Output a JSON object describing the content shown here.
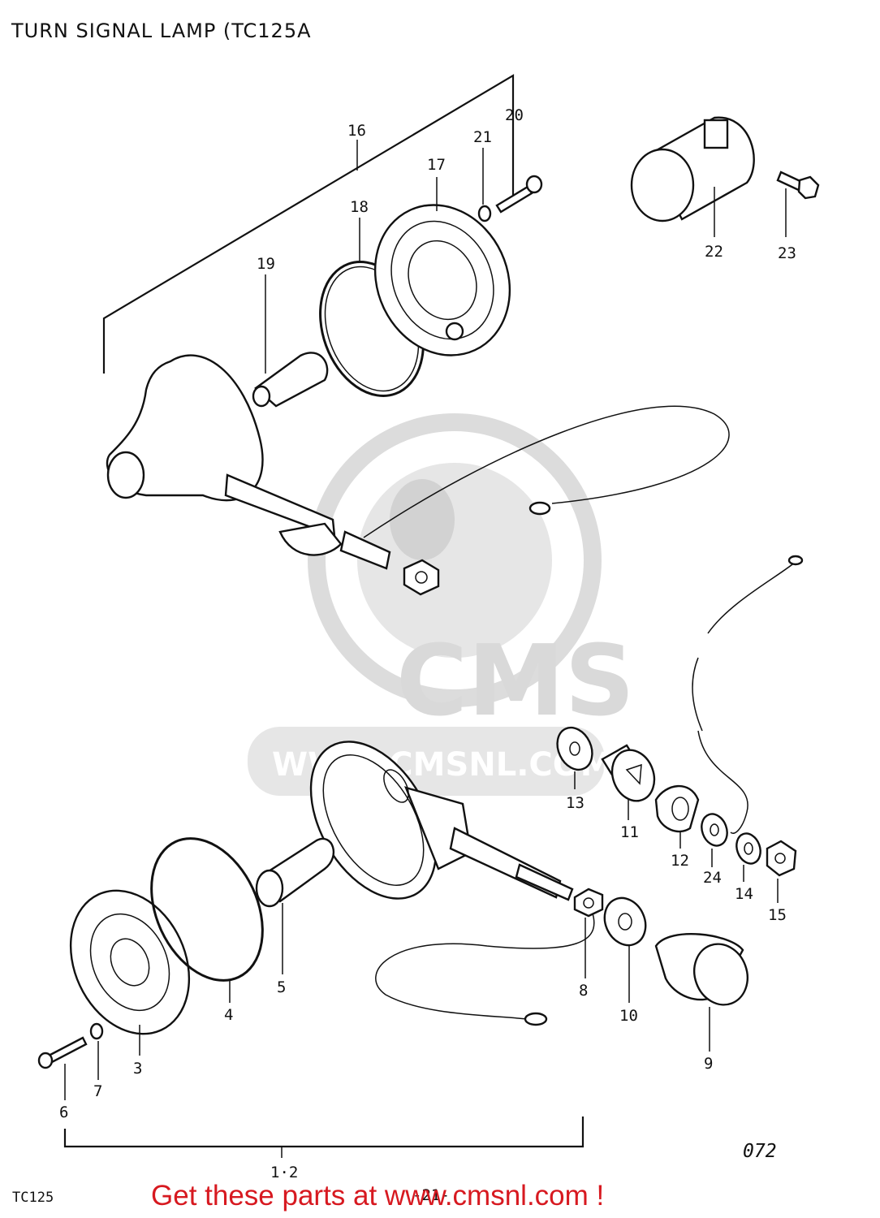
{
  "title": "TURN SIGNAL LAMP (TC125A",
  "watermark": {
    "brand": "CMS",
    "url": "WWW.CMSNL.COM"
  },
  "parts": [
    {
      "ref": "1·2"
    },
    {
      "ref": "3"
    },
    {
      "ref": "4"
    },
    {
      "ref": "5"
    },
    {
      "ref": "6"
    },
    {
      "ref": "7"
    },
    {
      "ref": "8"
    },
    {
      "ref": "9"
    },
    {
      "ref": "10"
    },
    {
      "ref": "11"
    },
    {
      "ref": "12"
    },
    {
      "ref": "13"
    },
    {
      "ref": "14"
    },
    {
      "ref": "15"
    },
    {
      "ref": "16"
    },
    {
      "ref": "17"
    },
    {
      "ref": "18"
    },
    {
      "ref": "19"
    },
    {
      "ref": "20"
    },
    {
      "ref": "21"
    },
    {
      "ref": "22"
    },
    {
      "ref": "23"
    },
    {
      "ref": "24"
    }
  ],
  "diagram_code": "072",
  "model": "TC125",
  "page_marker": "-21-",
  "promo": "Get these parts at www.cmsnl.com !",
  "colors": {
    "promo": "#d71920",
    "watermark": "#d9d9d9",
    "ink": "#111111"
  }
}
